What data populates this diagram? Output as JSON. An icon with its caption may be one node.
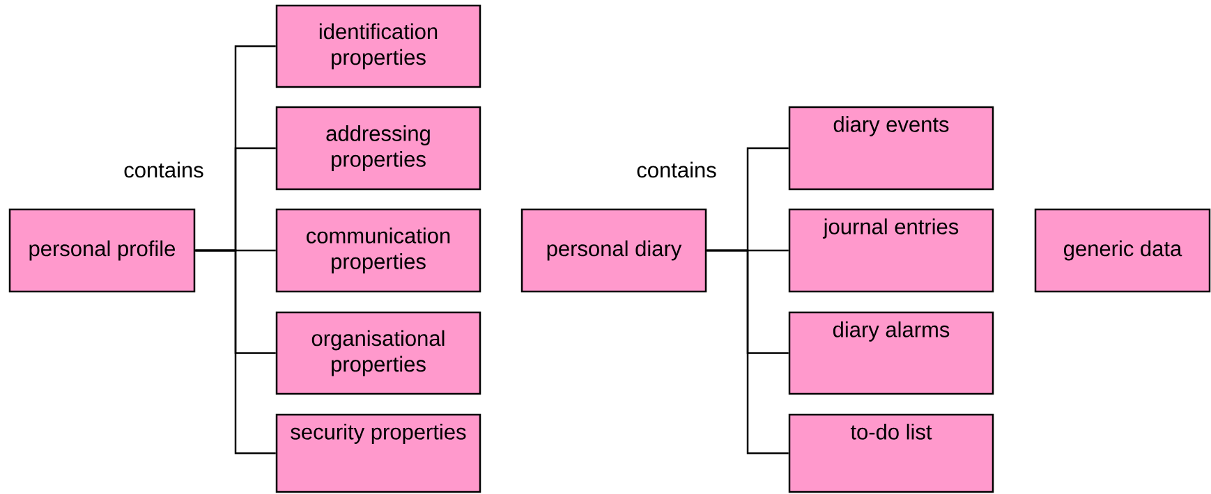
{
  "diagram": {
    "nodes": [
      {
        "text": [
          "personal profile"
        ]
      },
      {
        "text": [
          "identification properties"
        ]
      },
      {
        "text": [
          "addressing properties"
        ]
      },
      {
        "text": [
          "communication properties"
        ]
      },
      {
        "text": [
          "organisational properties"
        ]
      },
      {
        "text": [
          "security properties"
        ]
      },
      {
        "text": [
          "personal diary"
        ]
      },
      {
        "text": [
          "diary events"
        ]
      },
      {
        "text": [
          "journal entries"
        ]
      },
      {
        "text": [
          "diary alarms"
        ]
      },
      {
        "text": [
          "to-do list"
        ]
      },
      {
        "text": [
          "generic data"
        ]
      }
    ],
    "edges": [
      {
        "from": 0,
        "to": 1,
        "arrow": "none"
      },
      {
        "from": 0,
        "to": 2,
        "arrow": "none"
      },
      {
        "from": 0,
        "to": 3,
        "arrow": "none"
      },
      {
        "from": 0,
        "to": 4,
        "arrow": "none"
      },
      {
        "from": 0,
        "to": 5,
        "arrow": "none"
      },
      {
        "from": 6,
        "to": 7,
        "arrow": "none"
      },
      {
        "from": 6,
        "to": 8,
        "arrow": "none"
      },
      {
        "from": 6,
        "to": 9,
        "arrow": "none"
      },
      {
        "from": 6,
        "to": 10,
        "arrow": "none"
      }
    ],
    "labels": [
      "contains",
      "contains"
    ]
  }
}
